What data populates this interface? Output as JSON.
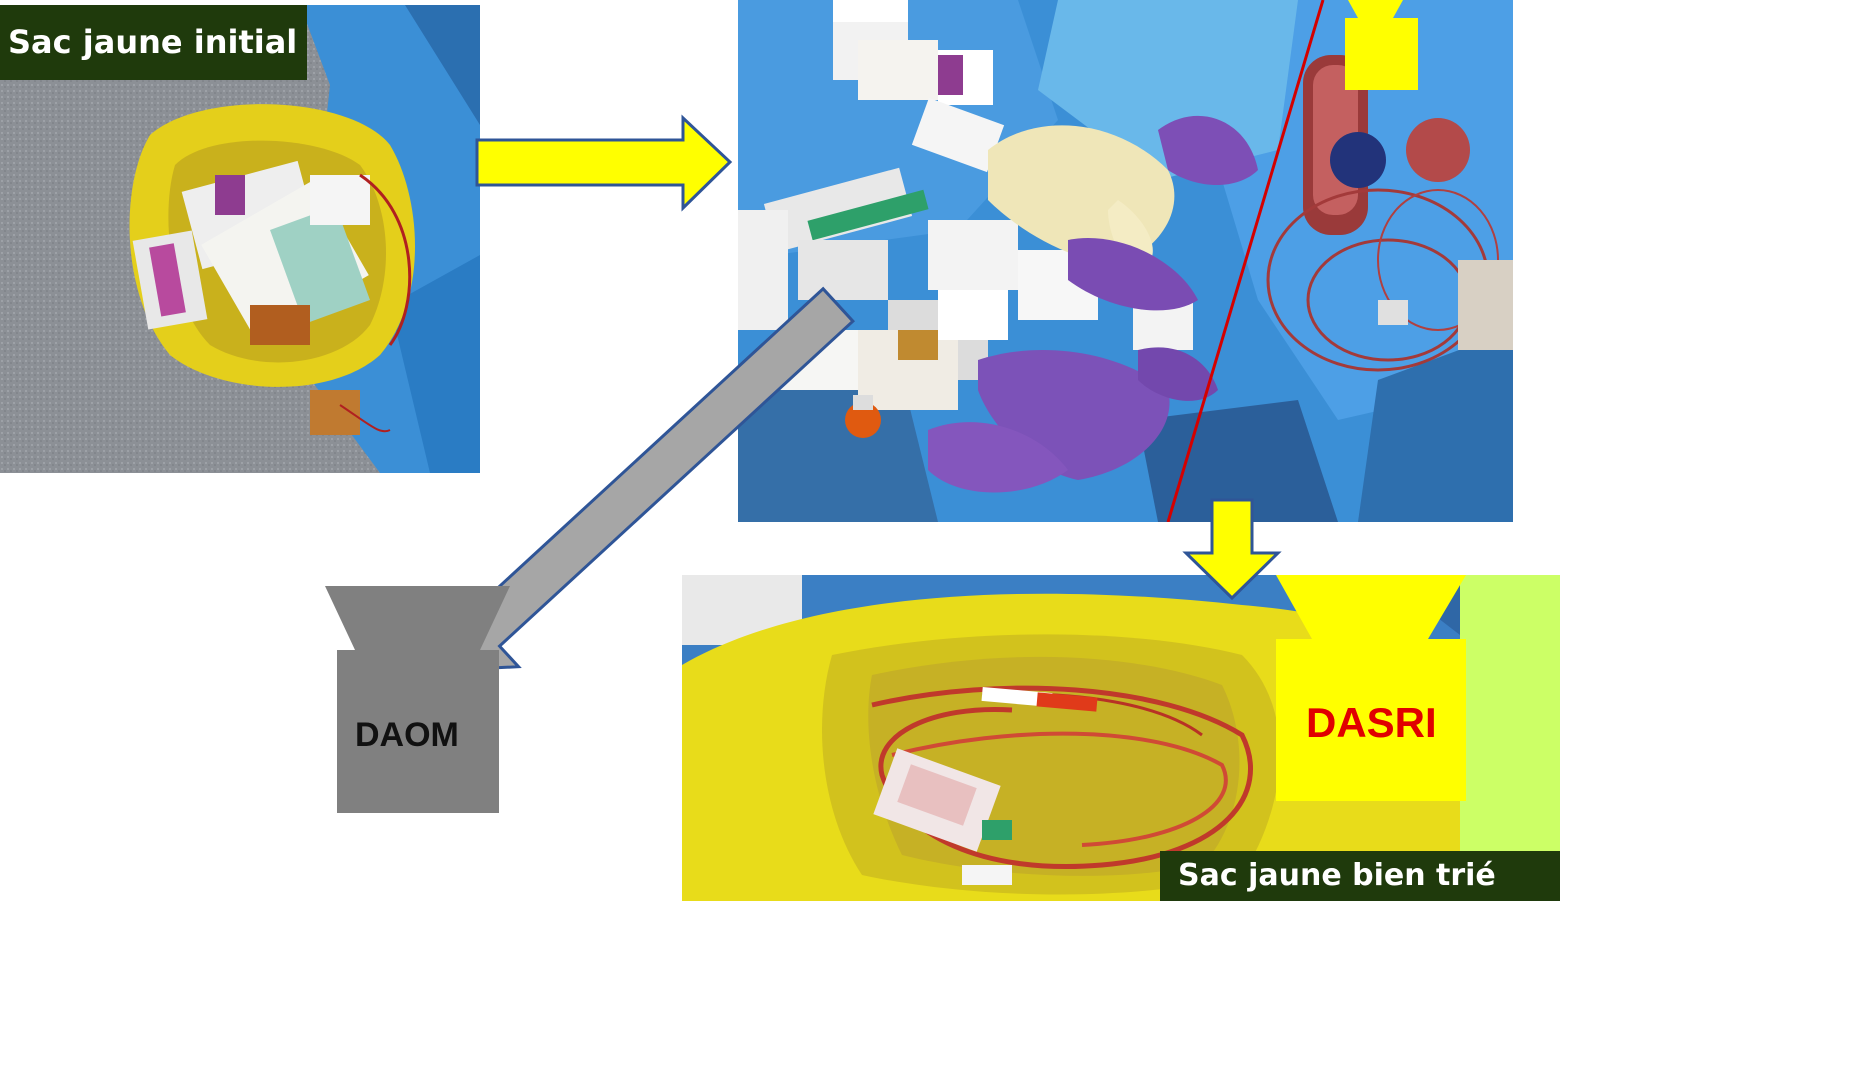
{
  "photos": {
    "initial_bag": {
      "label": "Sac jaune initial"
    },
    "sorted_waste": {
      "marker_colors": [
        "#ffff00",
        "#d40000"
      ]
    },
    "sorted_bag": {
      "label": "Sac jaune  bien trié"
    }
  },
  "bins": {
    "daom": {
      "label": "DAOM",
      "color": "#808080",
      "text_color": "#111111"
    },
    "dasri": {
      "label": "DASRI",
      "color": "#ffff00",
      "text_color": "#e00000"
    }
  },
  "arrows": {
    "to_sorting": {
      "fill": "#ffff00",
      "stroke": "#2f5597"
    },
    "to_daom": {
      "fill": "#a6a6a6",
      "stroke": "#2f5597"
    },
    "to_dasri": {
      "fill": "#ffff00",
      "stroke": "#2f5597"
    }
  },
  "colors": {
    "accent_green": "#ccff66",
    "drape_blue": "#3b8fd6"
  }
}
